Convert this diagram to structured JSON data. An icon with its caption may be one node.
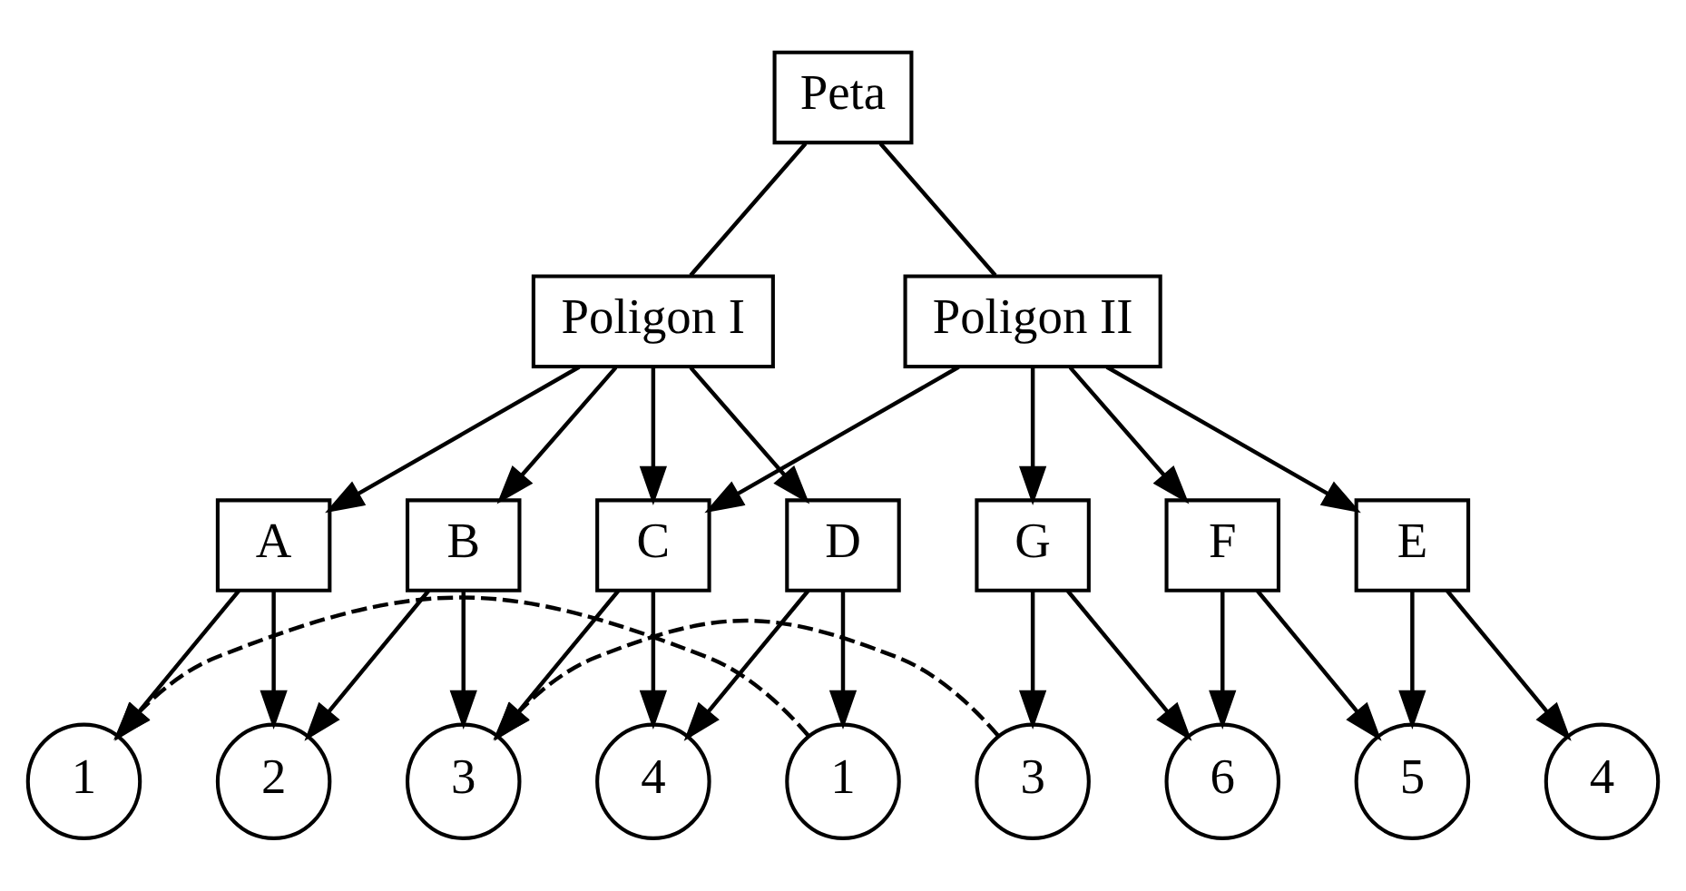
{
  "diagram": {
    "nodes": [
      {
        "text": [
          "Peta"
        ]
      },
      {
        "text": [
          "Poligon I"
        ]
      },
      {
        "text": [
          "Poligon II"
        ]
      },
      {
        "text": [
          "A"
        ]
      },
      {
        "text": [
          "B"
        ]
      },
      {
        "text": [
          "C"
        ]
      },
      {
        "text": [
          "D"
        ]
      },
      {
        "text": [
          "E"
        ]
      },
      {
        "text": [
          "F"
        ]
      },
      {
        "text": [
          "G"
        ]
      },
      {
        "text": [
          "1"
        ]
      },
      {
        "text": [
          "2"
        ]
      },
      {
        "text": [
          "3"
        ]
      },
      {
        "text": [
          "4"
        ]
      },
      {
        "text": [
          "1"
        ]
      },
      {
        "text": [
          "4"
        ]
      },
      {
        "text": [
          "5"
        ]
      },
      {
        "text": [
          "6"
        ]
      },
      {
        "text": [
          "3"
        ]
      }
    ],
    "edges": [
      {
        "from": 0,
        "to": 1,
        "arrow": "none"
      },
      {
        "from": 0,
        "to": 2,
        "arrow": "none"
      },
      {
        "from": 1,
        "to": 3,
        "arrow": "to"
      },
      {
        "from": 1,
        "to": 4,
        "arrow": "to"
      },
      {
        "from": 1,
        "to": 5,
        "arrow": "to"
      },
      {
        "from": 1,
        "to": 6,
        "arrow": "to"
      },
      {
        "from": 2,
        "to": 5,
        "arrow": "to"
      },
      {
        "from": 2,
        "to": 7,
        "arrow": "to"
      },
      {
        "from": 2,
        "to": 8,
        "arrow": "to"
      },
      {
        "from": 2,
        "to": 9,
        "arrow": "to"
      },
      {
        "from": 3,
        "to": 10,
        "arrow": "to"
      },
      {
        "from": 3,
        "to": 11,
        "arrow": "to"
      },
      {
        "from": 4,
        "to": 11,
        "arrow": "to"
      },
      {
        "from": 4,
        "to": 12,
        "arrow": "to"
      },
      {
        "from": 5,
        "to": 12,
        "arrow": "to"
      },
      {
        "from": 5,
        "to": 13,
        "arrow": "to"
      },
      {
        "from": 6,
        "to": 13,
        "arrow": "to"
      },
      {
        "from": 6,
        "to": 14,
        "arrow": "to"
      },
      {
        "from": 7,
        "to": 15,
        "arrow": "to"
      },
      {
        "from": 7,
        "to": 16,
        "arrow": "to"
      },
      {
        "from": 8,
        "to": 16,
        "arrow": "to"
      },
      {
        "from": 8,
        "to": 17,
        "arrow": "to"
      },
      {
        "from": 9,
        "to": 17,
        "arrow": "to"
      },
      {
        "from": 9,
        "to": 18,
        "arrow": "to"
      },
      {
        "from": 14,
        "to": 10,
        "arrow": "to",
        "style": "dashed"
      },
      {
        "from": 18,
        "to": 12,
        "arrow": "to",
        "style": "dashed"
      }
    ]
  }
}
